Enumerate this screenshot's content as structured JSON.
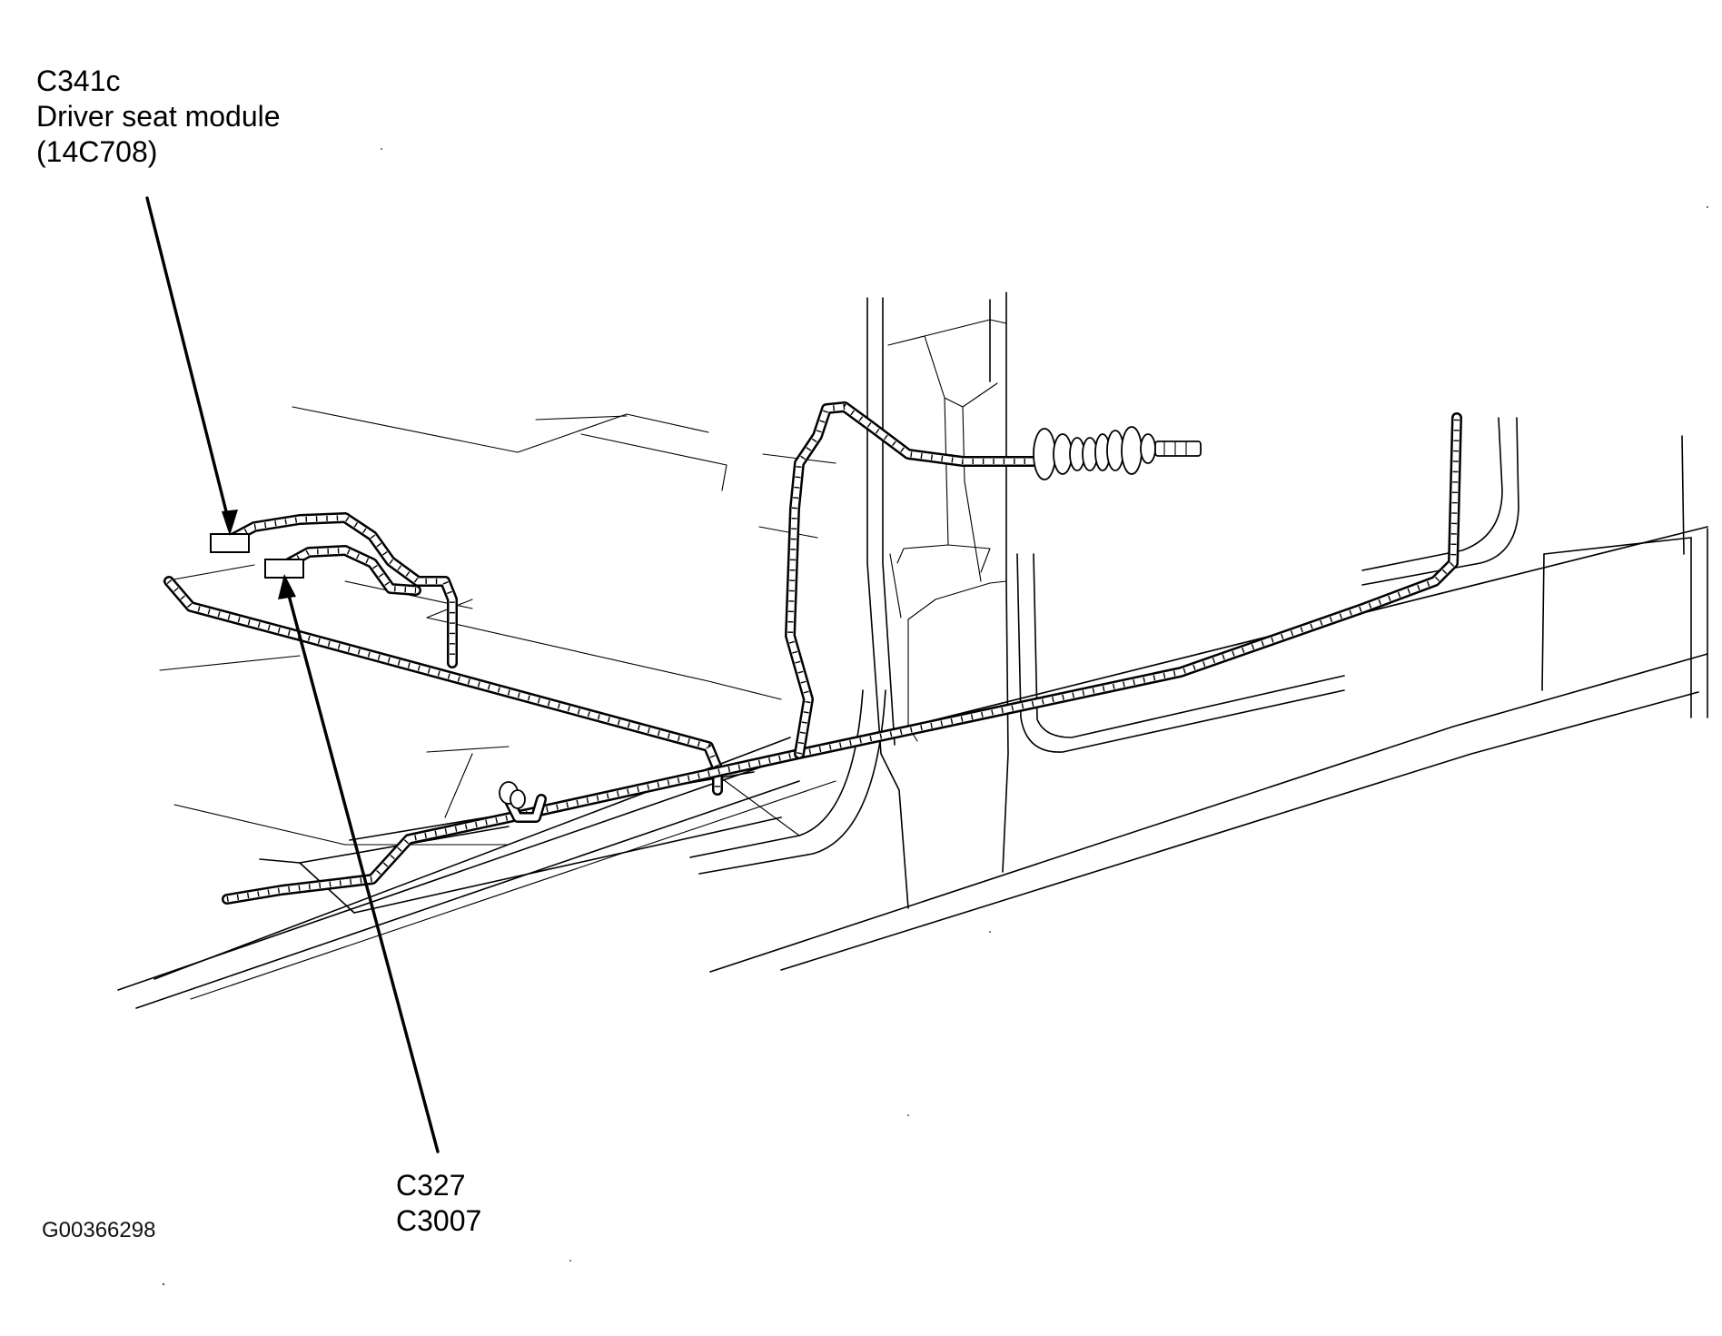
{
  "callouts": {
    "c341c": {
      "code": "C341c",
      "description": "Driver seat module",
      "part_number": "(14C708)"
    },
    "c327": {
      "code_1": "C327",
      "code_2": "C3007"
    }
  },
  "figure_id": "G00366298"
}
